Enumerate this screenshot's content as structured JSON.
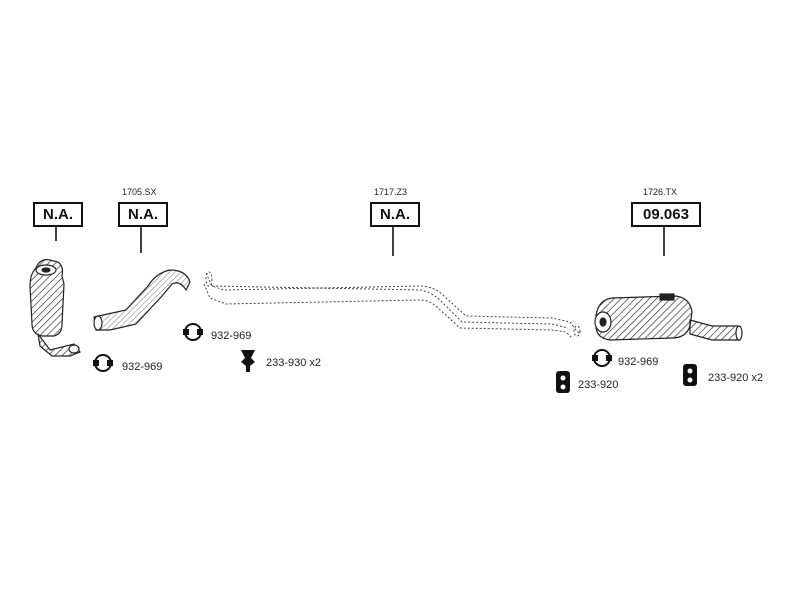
{
  "sections": [
    {
      "ref": "",
      "code": "N.A."
    },
    {
      "ref": "1705.SX",
      "code": "N.A."
    },
    {
      "ref": "1717.Z3",
      "code": "N.A."
    },
    {
      "ref": "1726.TX",
      "code": "09.063"
    }
  ],
  "parts": [
    {
      "label": "932-969",
      "icon": "clamp-icon"
    },
    {
      "label": "932-969",
      "icon": "clamp-icon"
    },
    {
      "label": "233-930 x2",
      "icon": "mount-icon"
    },
    {
      "label": "932-969",
      "icon": "clamp-icon"
    },
    {
      "label": "233-920",
      "icon": "rubber-hanger-icon"
    },
    {
      "label": "233-920 x2",
      "icon": "rubber-hanger-icon"
    }
  ]
}
